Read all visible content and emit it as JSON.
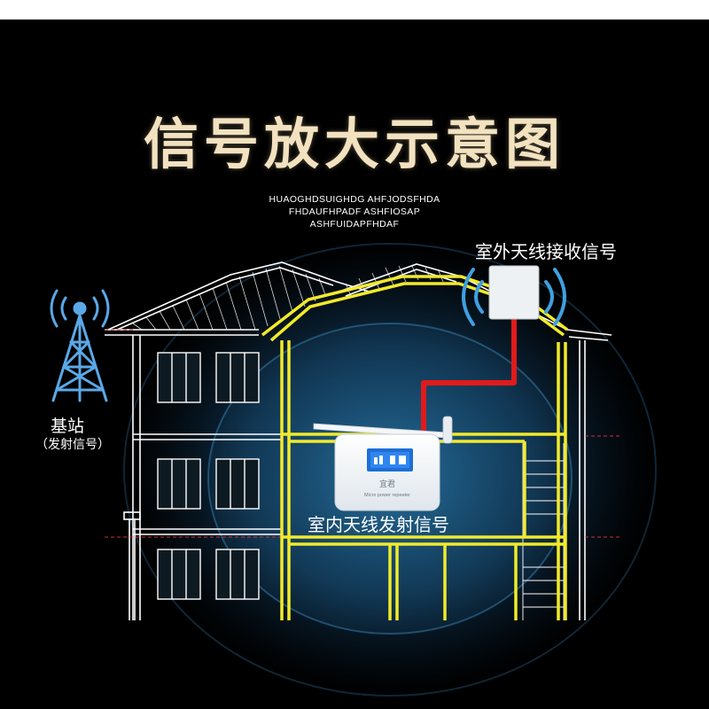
{
  "title": "信号放大示意图",
  "subtitle_lines": [
    "HUAOGHDSUIGHDG AHFJODSFHDA",
    "FHDAUFHPADF ASHFIOSAP",
    "ASHFUIDAPFHDAF"
  ],
  "labels": {
    "outdoor_antenna": "室外天线接收信号",
    "base_station": "基站",
    "base_station_note": "（发射信号）",
    "indoor_antenna": "室内天线发射信号"
  },
  "device": {
    "brand": "宜君",
    "model_text": "Micro power repeater"
  },
  "colors": {
    "background": "#000000",
    "title": "#f3e2c0",
    "house_outline": "#ffffff",
    "floor_highlight": "#f2ea2a",
    "cable": "#e01b1b",
    "signal_wave": "#3fa0e0",
    "tower": "#5ba8e8",
    "coverage_glow": "#123a5a"
  },
  "icons": [
    "cell-tower-icon",
    "panel-antenna-icon",
    "repeater-device-icon"
  ]
}
